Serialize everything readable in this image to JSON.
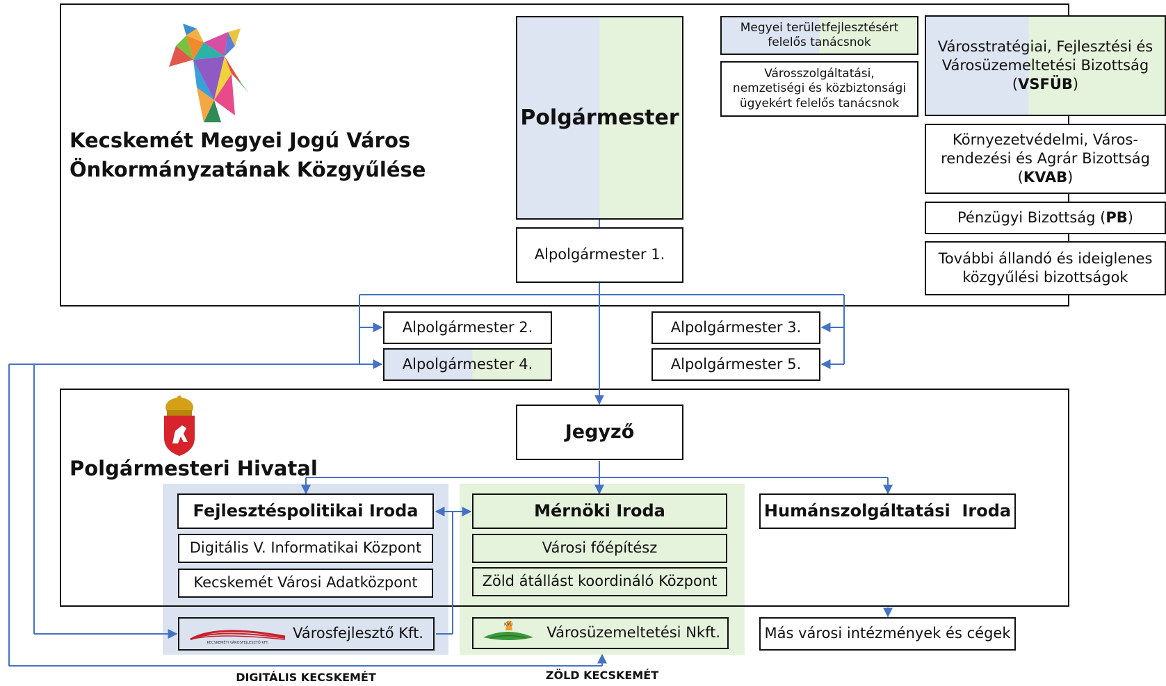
{
  "assembly": {
    "title_line1": "Kecskemét Megyei Jogú Város",
    "title_line2": "Önkormányzatának Közgyűlése"
  },
  "mayor": {
    "label": "Polgármester"
  },
  "deputies": {
    "d1": "Alpolgármester 1.",
    "d2": "Alpolgármester 2.",
    "d3": "Alpolgármester 3.",
    "d4": "Alpolgármester 4.",
    "d5": "Alpolgármester 5."
  },
  "councillors": {
    "c1_line1": "Megyei területfejlesztésért",
    "c1_line2": "felelős tanácsnok",
    "c2_line1": "Városszolgáltatási,",
    "c2_line2": "nemzetiségi és közbiztonsági",
    "c2_line3": "ügyekért felelős tanácsnok"
  },
  "committees": {
    "vsfub_line1": "Városstratégiai, Fejlesztési és",
    "vsfub_line2": "Városüzemeltetési Bizottság",
    "vsfub_abbr": "VSFÜB",
    "kvab_line1": "Környezetvédelmi, Város-",
    "kvab_line2": "rendezési és Agrár Bizottság",
    "kvab_abbr": "KVAB",
    "pb_text": "Pénzügyi Bizottság",
    "pb_abbr": "PB",
    "other_line1": "További állandó és ideiglenes",
    "other_line2": "közgyűlési bizottságok"
  },
  "office": {
    "title": "Polgármesteri Hivatal",
    "notary": "Jegyző",
    "dev_policy": "Fejlesztéspolitikai Iroda",
    "digital_center": "Digitális V. Informatikai Központ",
    "data_center": "Kecskemét Városi Adatközpont",
    "engineering": "Mérnöki Iroda",
    "chief_architect": "Városi főépítész",
    "green_center": "Zöld átállást koordináló Központ",
    "human_services": "Humánszolgáltatási  Iroda"
  },
  "companies": {
    "varosfejleszto": "Városfejlesztő Kft.",
    "varosfejleszto_logo_text": "KECSKEMÉTI VÁROSFEJLESZTŐ KFT.",
    "varosuzemeltetesi": "Városüzemeltetési Nkft.",
    "varosuzemeltetesi_logo_text": "KVÜ",
    "other_institutions": "Más városi intézmények és cégek"
  },
  "captions": {
    "digital": "DIGITÁLIS KECSKEMÉT",
    "green": "ZÖLD KECSKEMÉT"
  },
  "colors": {
    "connector": "#4472c4",
    "blue_fill": "#dde4f2",
    "green_fill": "#e5f3dc"
  }
}
